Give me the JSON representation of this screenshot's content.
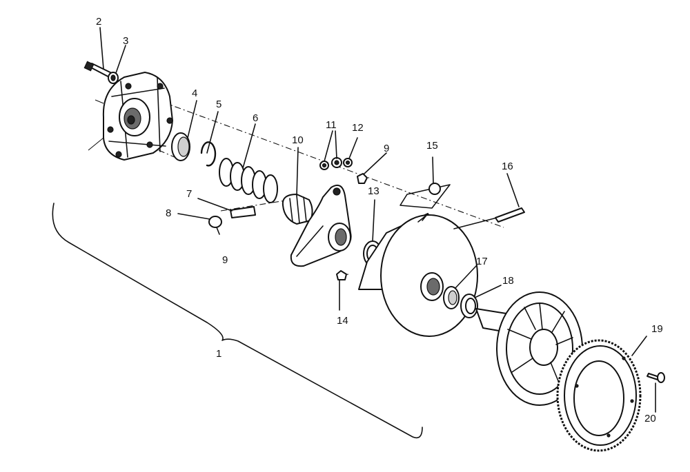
{
  "callouts": [
    {
      "id": "c1",
      "text": "1"
    },
    {
      "id": "c2",
      "text": "2"
    },
    {
      "id": "c3",
      "text": "3"
    },
    {
      "id": "c4",
      "text": "4"
    },
    {
      "id": "c5",
      "text": "5"
    },
    {
      "id": "c6",
      "text": "6"
    },
    {
      "id": "c7",
      "text": "7"
    },
    {
      "id": "c8",
      "text": "8"
    },
    {
      "id": "c9a",
      "text": "9"
    },
    {
      "id": "c9b",
      "text": "9"
    },
    {
      "id": "c10",
      "text": "10"
    },
    {
      "id": "c11",
      "text": "11"
    },
    {
      "id": "c12",
      "text": "12"
    },
    {
      "id": "c13",
      "text": "13"
    },
    {
      "id": "c14",
      "text": "14"
    },
    {
      "id": "c15",
      "text": "15"
    },
    {
      "id": "c16",
      "text": "16"
    },
    {
      "id": "c17",
      "text": "17"
    },
    {
      "id": "c18",
      "text": "18"
    },
    {
      "id": "c19",
      "text": "19"
    },
    {
      "id": "c20",
      "text": "20"
    }
  ]
}
